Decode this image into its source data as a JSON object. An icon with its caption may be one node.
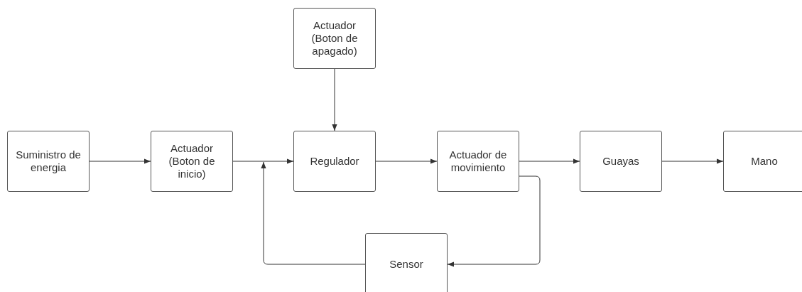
{
  "diagram": {
    "nodes": [
      {
        "text": [
          "Suministro de energia"
        ]
      },
      {
        "text": [
          "Actuador (Boton de inicio)"
        ]
      },
      {
        "text": [
          "Actuador (Boton de apagado)"
        ]
      },
      {
        "text": [
          "Regulador"
        ]
      },
      {
        "text": [
          "Actuador de movimiento"
        ]
      },
      {
        "text": [
          "Guayas"
        ]
      },
      {
        "text": [
          "Mano"
        ]
      },
      {
        "text": [
          "Sensor"
        ]
      }
    ],
    "edges": [
      {
        "from": 0,
        "to": 1,
        "arrow": "to"
      },
      {
        "from": 1,
        "to": 3,
        "arrow": "to"
      },
      {
        "from": 2,
        "to": 3,
        "arrow": "to"
      },
      {
        "from": 3,
        "to": 4,
        "arrow": "to"
      },
      {
        "from": 4,
        "to": 5,
        "arrow": "to"
      },
      {
        "from": 5,
        "to": 6,
        "arrow": "to"
      },
      {
        "from": 4,
        "to": 7,
        "arrow": "to"
      },
      {
        "from": 7,
        "to": 3,
        "arrow": "to"
      }
    ]
  }
}
